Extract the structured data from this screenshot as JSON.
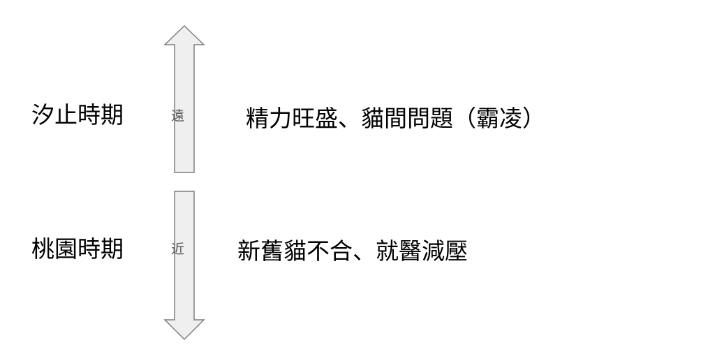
{
  "rows": [
    {
      "period": "汐止時期",
      "direction": "遠",
      "description": "精力旺盛、貓間問題（霸凌）"
    },
    {
      "period": "桃園時期",
      "direction": "近",
      "description": "新舊貓不合、就醫減壓"
    }
  ],
  "colors": {
    "arrow_fill": "#efefef",
    "arrow_stroke": "#7f7f7f"
  }
}
